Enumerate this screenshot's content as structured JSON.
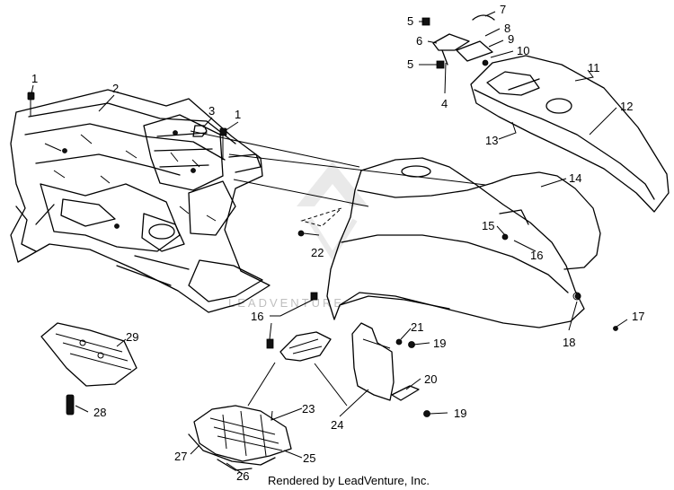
{
  "credit": "Rendered by LeadVenture, Inc.",
  "watermark": "LEADVENTURE",
  "callouts": {
    "c1a": "1",
    "c1b": "1",
    "c2": "2",
    "c3": "3",
    "c4": "4",
    "c5a": "5",
    "c5b": "5",
    "c6": "6",
    "c7": "7",
    "c8": "8",
    "c9": "9",
    "c10": "10",
    "c11": "11",
    "c12": "12",
    "c13": "13",
    "c14": "14",
    "c15": "15",
    "c16a": "16",
    "c16b": "16",
    "c17": "17",
    "c18": "18",
    "c19a": "19",
    "c19b": "19",
    "c20": "20",
    "c21": "21",
    "c22": "22",
    "c23": "23",
    "c24": "24",
    "c25": "25",
    "c26": "26",
    "c27": "27",
    "c28": "28",
    "c29": "29"
  }
}
